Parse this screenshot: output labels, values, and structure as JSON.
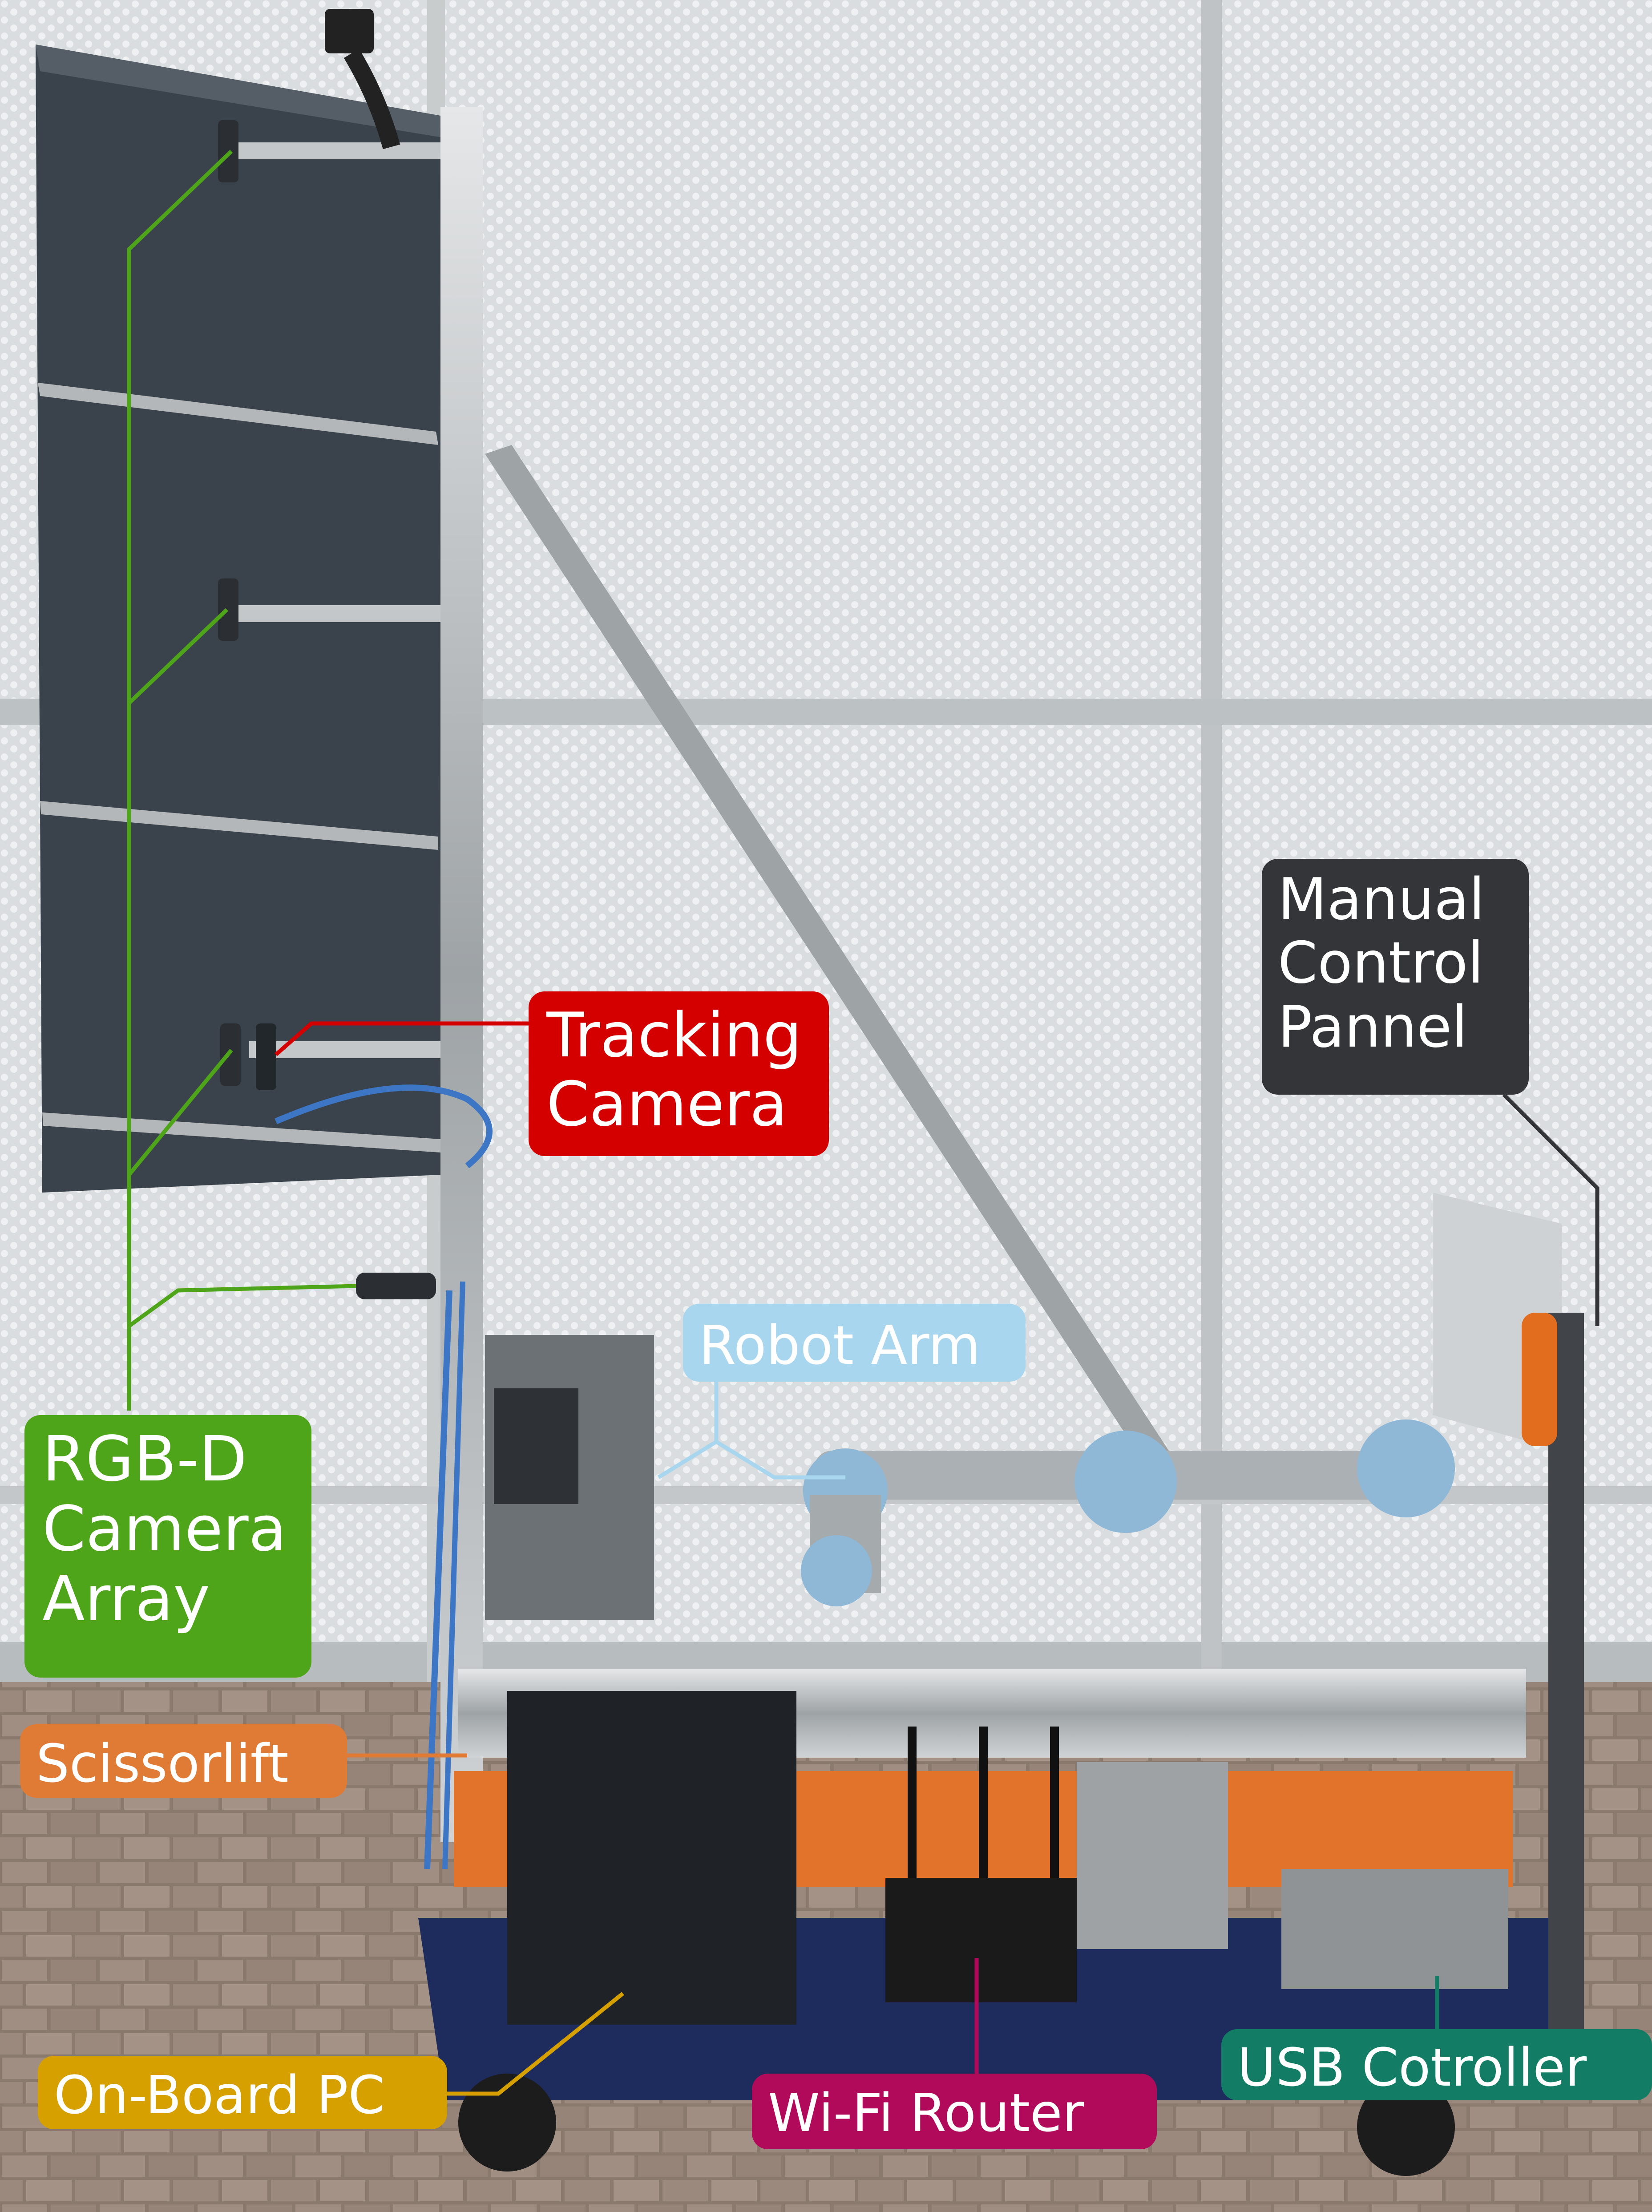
{
  "labels": {
    "rgbd_camera_array": "RGB-D\nCamera\nArray",
    "tracking_camera": "Tracking\nCamera",
    "manual_control_pannel": "Manual\nControl\nPannel",
    "robot_arm": "Robot Arm",
    "scissorlift": "Scissorlift",
    "on_board_pc": "On-Board PC",
    "wifi_router": "Wi-Fi Router",
    "usb_cotroller": "USB Cotroller"
  },
  "colors": {
    "rgbd": "#4fa519",
    "tracking": "#d40000",
    "manual": "#333538",
    "robot_arm": "#a8d6ef",
    "scissorlift": "#e07b35",
    "on_board_pc": "#d6a100",
    "wifi_router": "#b20a5a",
    "usb_controller": "#127d64"
  }
}
